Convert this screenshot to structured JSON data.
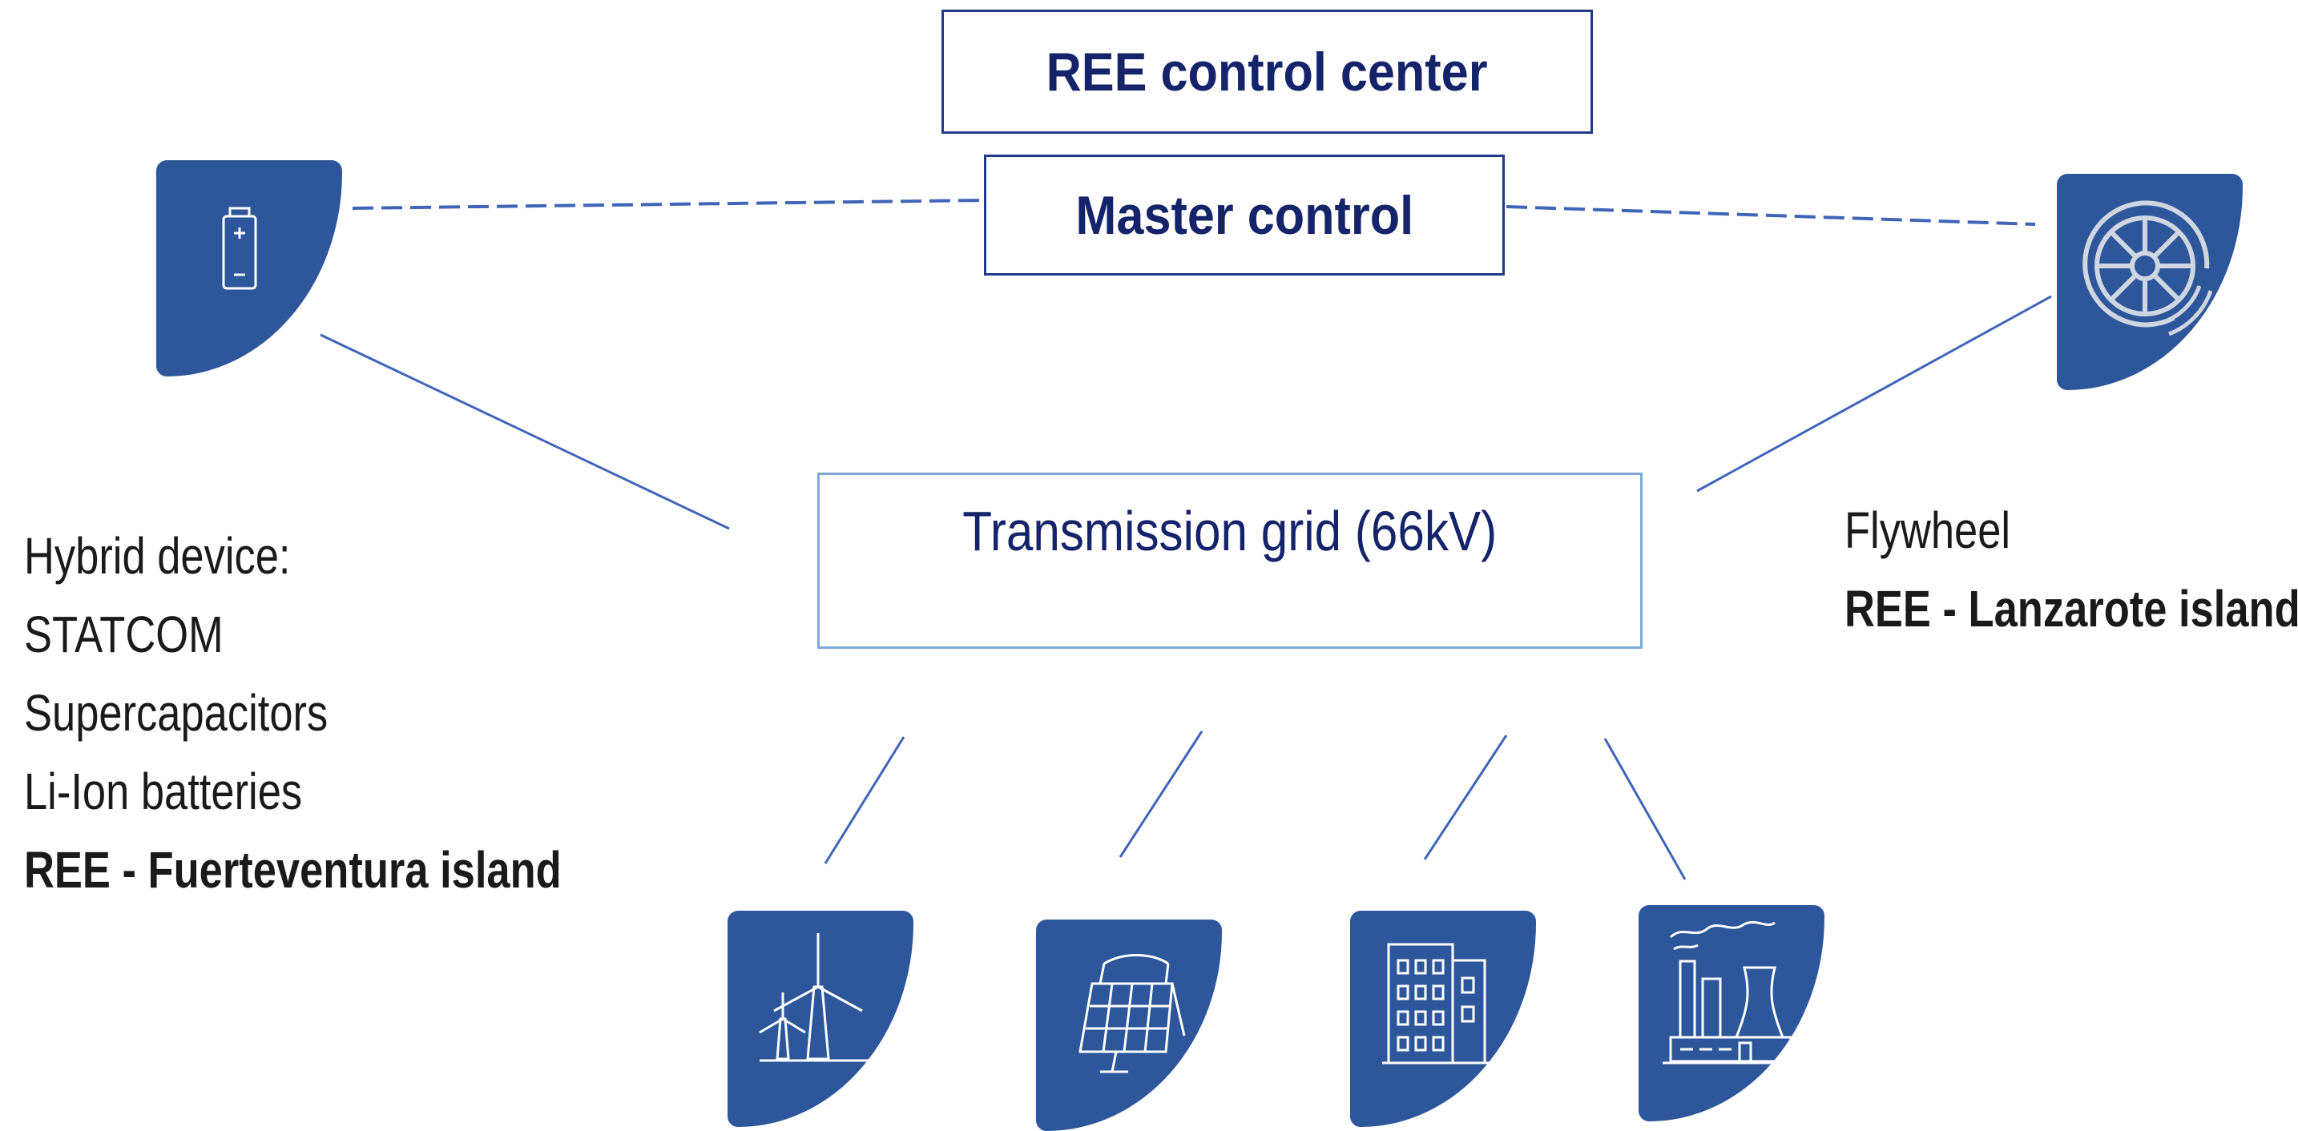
{
  "control_center": {
    "label": "REE control center"
  },
  "master_control": {
    "label": "Master control"
  },
  "transmission_grid": {
    "label": "Transmission grid (66kV)"
  },
  "hybrid_device": {
    "lines": [
      "Hybrid device:",
      "STATCOM",
      "Supercapacitors",
      "Li-Ion batteries"
    ],
    "location": "REE - Fuerteventura island",
    "icon": "battery-icon"
  },
  "flywheel": {
    "lines": [
      "Flywheel"
    ],
    "location": "REE - Lanzarote island",
    "icon": "flywheel-icon"
  },
  "generation_icons": [
    "wind-turbine-icon",
    "solar-panel-icon",
    "building-icon",
    "factory-icon"
  ],
  "colors": {
    "tile": "#2d579a",
    "box_border_dark": "#1f3a8a",
    "box_border_light": "#7da7d9",
    "line": "#3f64b8",
    "text_dark": "#15236a"
  }
}
